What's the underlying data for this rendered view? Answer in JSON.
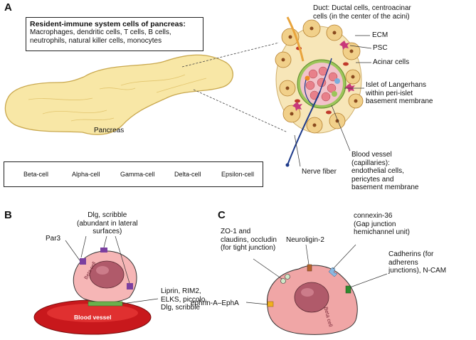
{
  "panel_a": {
    "letter": "A",
    "resident_box": {
      "title": "Resident-immune system cells of pancreas:",
      "list": "Macrophages, dendritic cells, T cells, B cells, neutrophils, natural killer cells, monocytes"
    },
    "pancreas_label": "Pancreas",
    "labels": {
      "duct": "Duct: Ductal cells, centroacinar\ncells (in the center of the acini)",
      "ecm": "ECM",
      "psc": "PSC",
      "acinar": "Acinar cells",
      "islet": "Islet of Langerhans\nwithin peri-islet\nbasement membrane",
      "nerve": "Nerve fiber",
      "blood_vessel": "Blood vessel\n(capillaries):\nendothelial cells,\npericytes and\nbasement membrane"
    },
    "legend": [
      {
        "label": "Beta-cell",
        "color": "#e8808a"
      },
      {
        "label": "Alpha-cell",
        "color": "#f2b8cf"
      },
      {
        "label": "Gamma-cell",
        "color": "#7aaedc"
      },
      {
        "label": "Delta-cell",
        "color": "#9cc55a"
      },
      {
        "label": "Epsilon-cell",
        "color": "#f08a24"
      }
    ]
  },
  "panel_b": {
    "letter": "B",
    "dlg_label": "Dlg, scribble\n(abundant in lateral\nsurfaces)",
    "par3_label": "Par3",
    "liprin_label": "Liprin, RIM2,\nELKS, piccolo,\nDlg, scribble",
    "beta_cell": "Beta cell",
    "blood_vessel": "Blood vessel"
  },
  "panel_c": {
    "letter": "C",
    "zo1_label": "ZO-1 and\nclaudins, occludin\n(for tight junction)",
    "neuroligin_label": "Neuroligin-2",
    "connexin_label": "connexin-36\n(Gap junction\nhemichannel unit)",
    "cadherin_label": "Cadherins (for\nadherens\njunctions), N-CAM",
    "ephrin_label": "ephrin-A–EphA",
    "beta_cell": "Beta cell"
  }
}
